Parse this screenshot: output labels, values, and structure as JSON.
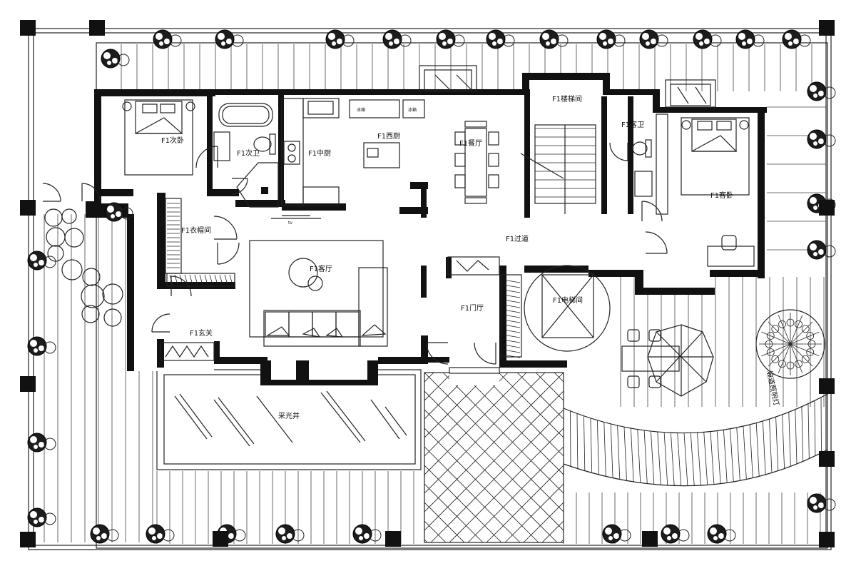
{
  "labels": {
    "secondary_bedroom": "F1次卧",
    "secondary_bathroom": "F1次卫",
    "chinese_kitchen": "F1中厨",
    "western_kitchen": "F1西厨",
    "dining_room": "F1餐厅",
    "stair_hall": "F1楼梯间",
    "guest_bathroom": "F1客卫",
    "guest_bedroom": "F1客卧",
    "cloakroom": "F1衣帽间",
    "corridor": "F1过道",
    "living_room": "F1客厅",
    "elevator": "F1电梯间",
    "foyer": "F1门厅",
    "entrance": "F1玄关",
    "lightwell": "采光井",
    "fridge": "冰箱",
    "tv": "tv",
    "ramp_lights": "坡道照明灯"
  },
  "colors": {
    "wall": "#111111",
    "line": "#222222",
    "background": "#ffffff"
  },
  "icons": {
    "bed": "bed-icon",
    "tree": "tree-icon",
    "umbrella": "patio-umbrella-icon",
    "bathtub": "bathtub-icon",
    "toilet": "toilet-icon",
    "sofa": "sofa-icon",
    "dining_table": "dining-table-icon",
    "stairs": "stairs-icon",
    "door": "door-swing-icon"
  }
}
